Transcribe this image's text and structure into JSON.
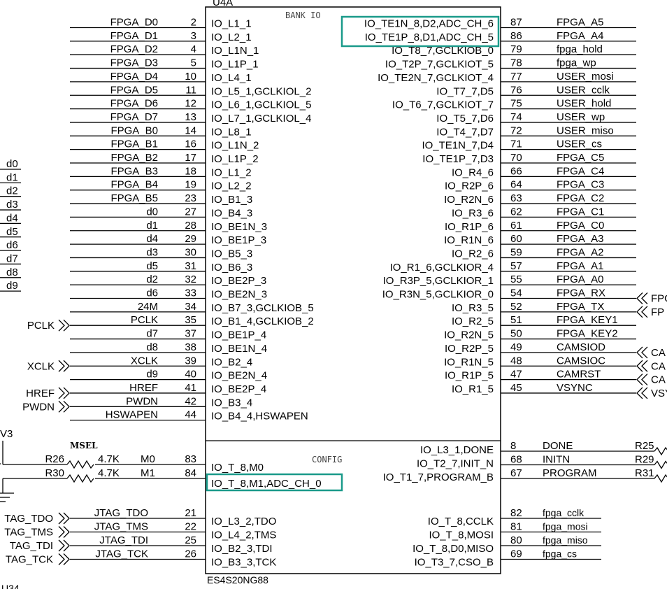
{
  "chip": {
    "ref": "U4A",
    "part": "ES4S20NG88",
    "bank_label": "BANK IO",
    "config_label": "CONFIG",
    "msel_label": "MSEL",
    "voltage": "V3",
    "footer": "U34 ..."
  },
  "left_pins": [
    {
      "net": "FPGA_D0",
      "num": "2",
      "name": "IO_L1_1"
    },
    {
      "net": "FPGA_D1",
      "num": "3",
      "name": "IO_L2_1"
    },
    {
      "net": "FPGA_D2",
      "num": "4",
      "name": "IO_L1N_1"
    },
    {
      "net": "FPGA_D3",
      "num": "5",
      "name": "IO_L1P_1"
    },
    {
      "net": "FPGA_D4",
      "num": "10",
      "name": "IO_L4_1"
    },
    {
      "net": "FPGA_D5",
      "num": "11",
      "name": "IO_L5_1,GCLKIOL_2"
    },
    {
      "net": "FPGA_D6",
      "num": "12",
      "name": "IO_L6_1,GCLKIOL_5"
    },
    {
      "net": "FPGA_D7",
      "num": "13",
      "name": "IO_L7_1,GCLKIOL_4"
    },
    {
      "net": "FPGA_B0",
      "num": "14",
      "name": "IO_L8_1"
    },
    {
      "net": "FPGA_B1",
      "num": "16",
      "name": "IO_L1N_2"
    },
    {
      "net": "FPGA_B2",
      "num": "17",
      "name": "IO_L1P_2"
    },
    {
      "net": "FPGA_B3",
      "num": "18",
      "name": "IO_L1_2"
    },
    {
      "net": "FPGA_B4",
      "num": "19",
      "name": "IO_L2_2"
    },
    {
      "net": "FPGA_B5",
      "num": "23",
      "name": "IO_B1_3"
    },
    {
      "net": "d0",
      "num": "27",
      "name": "IO_B4_3"
    },
    {
      "net": "d1",
      "num": "28",
      "name": "IO_BE1N_3"
    },
    {
      "net": "d4",
      "num": "29",
      "name": "IO_BE1P_3"
    },
    {
      "net": "d3",
      "num": "30",
      "name": "IO_B5_3"
    },
    {
      "net": "d5",
      "num": "31",
      "name": "IO_B6_3"
    },
    {
      "net": "d2",
      "num": "32",
      "name": "IO_BE2P_3"
    },
    {
      "net": "d6",
      "num": "33",
      "name": "IO_BE2N_3"
    },
    {
      "net": "24M",
      "num": "34",
      "name": "IO_B7_3,GCLKIOB_5"
    },
    {
      "net": "PCLK",
      "num": "35",
      "name": "IO_B1_4,GCLKIOB_2"
    },
    {
      "net": "d7",
      "num": "37",
      "name": "IO_BE1P_4"
    },
    {
      "net": "d8",
      "num": "38",
      "name": "IO_BE1N_4"
    },
    {
      "net": "XCLK",
      "num": "39",
      "name": "IO_B2_4"
    },
    {
      "net": "d9",
      "num": "40",
      "name": "IO_BE2N_4"
    },
    {
      "net": "HREF",
      "num": "41",
      "name": "IO_BE2P_4"
    },
    {
      "net": "PWDN",
      "num": "42",
      "name": "IO_B3_4"
    },
    {
      "net": "HSWAPEN",
      "num": "44",
      "name": "IO_B4_4,HSWAPEN"
    }
  ],
  "right_pins": [
    {
      "name": "IO_TE1N_8,D2,ADC_CH_6",
      "num": "87",
      "net": "FPGA_A5"
    },
    {
      "name": "IO_TE1P_8,D1,ADC_CH_5",
      "num": "86",
      "net": "FPGA_A4"
    },
    {
      "name": "IO_T8_7,GCLKIOB_0",
      "num": "79",
      "net": "fpga_hold"
    },
    {
      "name": "IO_T2P_7,GCLKIOT_5",
      "num": "78",
      "net": "fpga_wp"
    },
    {
      "name": "IO_TE2N_7,GCLKIOT_4",
      "num": "77",
      "net": "USER_mosi"
    },
    {
      "name": "IO_T7_7,D5",
      "num": "76",
      "net": "USER_cclk"
    },
    {
      "name": "IO_T6_7,GCLKIOT_7",
      "num": "75",
      "net": "USER_hold"
    },
    {
      "name": "IO_T5_7,D6",
      "num": "74",
      "net": "USER_wp"
    },
    {
      "name": "IO_T4_7,D7",
      "num": "72",
      "net": "USER_miso"
    },
    {
      "name": "IO_TE1N_7,D4",
      "num": "71",
      "net": "USER_cs"
    },
    {
      "name": "IO_TE1P_7,D3",
      "num": "70",
      "net": "FPGA_C5"
    },
    {
      "name": "IO_R4_6",
      "num": "66",
      "net": "FPGA_C4"
    },
    {
      "name": "IO_R2P_6",
      "num": "64",
      "net": "FPGA_C3"
    },
    {
      "name": "IO_R2N_6",
      "num": "63",
      "net": "FPGA_C2"
    },
    {
      "name": "IO_R3_6",
      "num": "62",
      "net": "FPGA_C1"
    },
    {
      "name": "IO_R1P_6",
      "num": "61",
      "net": "FPGA_C0"
    },
    {
      "name": "IO_R1N_6",
      "num": "60",
      "net": "FPGA_A3"
    },
    {
      "name": "IO_R2_6",
      "num": "59",
      "net": "FPGA_A2"
    },
    {
      "name": "IO_R1_6,GCLKIOR_4",
      "num": "57",
      "net": "FPGA_A1"
    },
    {
      "name": "IO_R3P_5,GCLKIOR_1",
      "num": "55",
      "net": "FPGA_A0"
    },
    {
      "name": "IO_R3N_5,GCLKIOR_0",
      "num": "54",
      "net": "FPGA_RX"
    },
    {
      "name": "IO_R3_5",
      "num": "52",
      "net": "FPGA_TX"
    },
    {
      "name": "IO_R2_5",
      "num": "51",
      "net": "FPGA_KEY1"
    },
    {
      "name": "IO_R2N_5",
      "num": "50",
      "net": "FPGA_KEY2"
    },
    {
      "name": "IO_R2P_5",
      "num": "49",
      "net": "CAMSIOD"
    },
    {
      "name": "IO_R1N_5",
      "num": "48",
      "net": "CAMSIOC"
    },
    {
      "name": "IO_R1P_5",
      "num": "47",
      "net": "CAMRST"
    },
    {
      "name": "IO_R1_5",
      "num": "45",
      "net": "VSYNC"
    }
  ],
  "left_ports": [
    {
      "label": "d0"
    },
    {
      "label": "d1"
    },
    {
      "label": "d2"
    },
    {
      "label": "d3"
    },
    {
      "label": "d4"
    },
    {
      "label": "d5"
    },
    {
      "label": "d6"
    },
    {
      "label": "d7"
    },
    {
      "label": "d8"
    },
    {
      "label": "d9"
    }
  ],
  "left_hier": {
    "pclk": "PCLK",
    "xclk": "XCLK",
    "href": "HREF",
    "pwdn": "PWDN"
  },
  "right_hier": {
    "fpga_rx": "FPG",
    "fpga_tx": "FP",
    "camsiod": "CA",
    "camsioc": "CA",
    "camrst": "CA",
    "vsync": "VSY"
  },
  "config_left": {
    "r26": "R26",
    "r26_val": "4.7K",
    "m0_net": "M0",
    "m0_num": "83",
    "m0_name": "IO_T_8,M0",
    "r30": "R30",
    "r30_val": "4.7K",
    "m1_net": "M1",
    "m1_num": "84",
    "m1_name": "IO_T_8,M1,ADC_CH_0"
  },
  "config_right": [
    {
      "name": "IO_L3_1,DONE",
      "num": "8",
      "net": "DONE",
      "res": "R25"
    },
    {
      "name": "IO_T2_7,INIT_N",
      "num": "68",
      "net": "INITN",
      "res": "R29"
    },
    {
      "name": "IO_T1_7,PROGRAM_B",
      "num": "67",
      "net": "PROGRAM",
      "res": "R31"
    }
  ],
  "jtag_left": [
    {
      "net": "JTAG_TDO",
      "num": "21",
      "name": "IO_L3_2,TDO",
      "port": "TAG_TDO"
    },
    {
      "net": "JTAG_TMS",
      "num": "22",
      "name": "IO_L4_2,TMS",
      "port": "TAG_TMS"
    },
    {
      "net": "JTAG_TDI",
      "num": "25",
      "name": "IO_B2_3,TDI",
      "port": "TAG_TDI"
    },
    {
      "net": "JTAG_TCK",
      "num": "26",
      "name": "IO_B3_3,TCK",
      "port": "TAG_TCK"
    }
  ],
  "spi_right": [
    {
      "name": "IO_T_8,CCLK",
      "num": "82",
      "net": "fpga_cclk"
    },
    {
      "name": "IO_T_8,MOSI",
      "num": "81",
      "net": "fpga_mosi"
    },
    {
      "name": "IO_T_8,D0,MISO",
      "num": "80",
      "net": "fpga_miso"
    },
    {
      "name": "IO_T3_7,CSO_B",
      "num": "69",
      "net": "fpga_cs"
    }
  ]
}
